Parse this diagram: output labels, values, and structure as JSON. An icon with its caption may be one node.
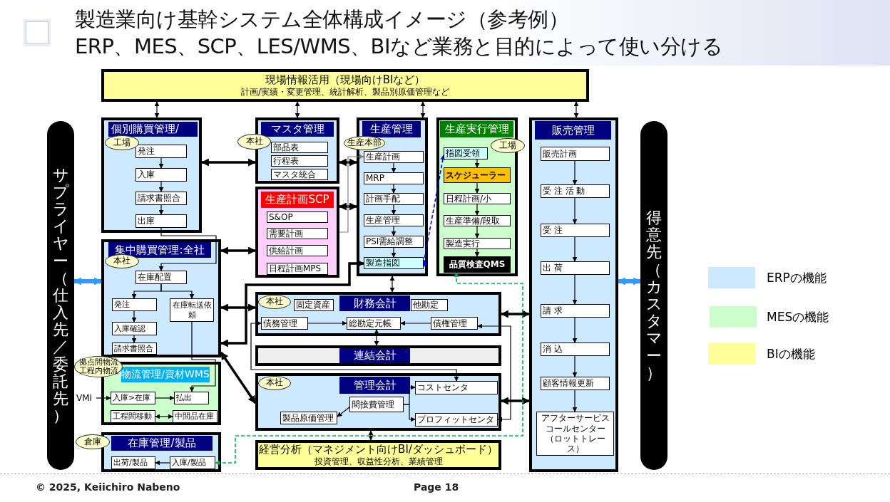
{
  "diagram": {
    "title": "製造業向け基幹システム全体構成イメージ（参考例）",
    "nodes": [
      {
        "text": [
          "現場情報活用（現場向けBIなど）",
          "計画/実績・変更管理、統計解析、製品別原価管理など"
        ]
      },
      {
        "text": [
          "サプライヤー（仕入先／委託先）"
        ]
      },
      {
        "text": [
          "個別購買管理/"
        ]
      },
      {
        "text": [
          "工場"
        ],
        "in": 2
      },
      {
        "text": [
          "発注"
        ],
        "in": 2
      },
      {
        "text": [
          "入庫"
        ],
        "in": 2
      },
      {
        "text": [
          "請求書照合"
        ],
        "in": 2
      },
      {
        "text": [
          "出庫"
        ],
        "in": 2
      },
      {
        "text": [
          "マスタ管理"
        ]
      },
      {
        "text": [
          "本社"
        ]
      },
      {
        "text": [
          "部品表"
        ],
        "in": 8
      },
      {
        "text": [
          "行程表"
        ],
        "in": 8
      },
      {
        "text": [
          "マスタ統合"
        ],
        "in": 8
      },
      {
        "text": [
          "生産計画SCP"
        ]
      },
      {
        "text": [
          "S&OP"
        ],
        "in": 13
      },
      {
        "text": [
          "需要計画"
        ],
        "in": 13
      },
      {
        "text": [
          "供給計画"
        ],
        "in": 13
      },
      {
        "text": [
          "日程計画MPS"
        ],
        "in": 13
      },
      {
        "text": [
          "生産管理"
        ]
      },
      {
        "text": [
          "生産本部"
        ]
      },
      {
        "text": [
          "生産計画"
        ],
        "in": 18
      },
      {
        "text": [
          "MRP"
        ],
        "in": 18
      },
      {
        "text": [
          "計画手配"
        ],
        "in": 18
      },
      {
        "text": [
          "生産管理"
        ],
        "in": 18
      },
      {
        "text": [
          "PSI需給調整"
        ],
        "in": 18
      },
      {
        "text": [
          "製造指図"
        ],
        "in": 18
      },
      {
        "text": [
          "生産実行管理"
        ]
      },
      {
        "text": [
          "工場"
        ]
      },
      {
        "text": [
          "指図受領"
        ],
        "in": 26
      },
      {
        "text": [
          "スケジューラー"
        ],
        "in": 26
      },
      {
        "text": [
          "日程計画/小"
        ],
        "in": 26
      },
      {
        "text": [
          "生産準備/段取"
        ],
        "in": 26
      },
      {
        "text": [
          "製造実行"
        ],
        "in": 26
      },
      {
        "text": [
          "品質検査QMS"
        ],
        "in": 26
      },
      {
        "text": [
          "販売管理"
        ]
      },
      {
        "text": [
          "販売計画"
        ],
        "in": 34
      },
      {
        "text": [
          "受 注 活 動"
        ],
        "in": 34
      },
      {
        "text": [
          "受 注"
        ],
        "in": 34
      },
      {
        "text": [
          "出 荷"
        ],
        "in": 34
      },
      {
        "text": [
          "請 求"
        ],
        "in": 34
      },
      {
        "text": [
          "消 込"
        ],
        "in": 34
      },
      {
        "text": [
          "顧客情報更新"
        ],
        "in": 34
      },
      {
        "text": [
          "アフターサービスコールセンター（ロットトレース）"
        ],
        "in": 34
      },
      {
        "text": [
          "得意先（カスタマー）"
        ]
      },
      {
        "text": [
          "集中購買管理:全社"
        ]
      },
      {
        "text": [
          "本社"
        ],
        "in": 44
      },
      {
        "text": [
          "在庫配置"
        ],
        "in": 44
      },
      {
        "text": [
          "発注"
        ],
        "in": 44
      },
      {
        "text": [
          "在庫転送依頼"
        ],
        "in": 44
      },
      {
        "text": [
          "入庫確認"
        ],
        "in": 44
      },
      {
        "text": [
          "請求書照合"
        ],
        "in": 44
      },
      {
        "text": [
          "物流管理/資材WMS"
        ]
      },
      {
        "text": [
          "拠点間物流工程内物流"
        ]
      },
      {
        "text": [
          "入庫>在庫"
        ],
        "in": 51
      },
      {
        "text": [
          "払出"
        ],
        "in": 51
      },
      {
        "text": [
          "工程間移動"
        ],
        "in": 51
      },
      {
        "text": [
          "中間品在庫"
        ],
        "in": 51
      },
      {
        "text": [
          "VMI"
        ]
      },
      {
        "text": [
          "在庫管理/製品"
        ]
      },
      {
        "text": [
          "倉庫"
        ]
      },
      {
        "text": [
          "出荷/製品"
        ],
        "in": 58
      },
      {
        "text": [
          "入庫/製品"
        ],
        "in": 58
      },
      {
        "text": [
          "財務会計"
        ]
      },
      {
        "text": [
          "本社"
        ],
        "in": 62
      },
      {
        "text": [
          "固定資産"
        ],
        "in": 62
      },
      {
        "text": [
          "他勘定"
        ],
        "in": 62
      },
      {
        "text": [
          "債務管理"
        ],
        "in": 62
      },
      {
        "text": [
          "総勘定元帳"
        ],
        "in": 62
      },
      {
        "text": [
          "債権管理"
        ],
        "in": 62
      },
      {
        "text": [
          "連結会計"
        ]
      },
      {
        "text": [
          "管理会計"
        ]
      },
      {
        "text": [
          "本社"
        ],
        "in": 70
      },
      {
        "text": [
          "間接費管理"
        ],
        "in": 70
      },
      {
        "text": [
          "製品原価管理"
        ],
        "in": 70
      },
      {
        "text": [
          "コストセンタ"
        ],
        "in": 70
      },
      {
        "text": [
          "プロフィットセンタ"
        ],
        "in": 70
      },
      {
        "text": [
          "経営分析（マネジメント向けBI/ダッシュボード）",
          "投資管理、収益性分析、業績管理"
        ]
      }
    ],
    "edges": [
      {
        "from": 0,
        "to": 2,
        "arrow": "both"
      },
      {
        "from": 0,
        "to": 8,
        "arrow": "both"
      },
      {
        "from": 0,
        "to": 18,
        "arrow": "both"
      },
      {
        "from": 0,
        "to": 34,
        "arrow": "both"
      },
      {
        "from": 2,
        "to": 8,
        "arrow": "both",
        "style": "thick"
      },
      {
        "from": 8,
        "to": 18,
        "arrow": "both",
        "style": "thick"
      },
      {
        "from": 13,
        "to": 18,
        "arrow": "both",
        "style": "thick"
      },
      {
        "from": 13,
        "to": 20,
        "arrow": "to",
        "color": "#808080"
      },
      {
        "from": 44,
        "to": 25,
        "arrow": "both",
        "style": "thick"
      },
      {
        "from": 44,
        "to": 13,
        "arrow": "both",
        "style": "thick"
      },
      {
        "from": 44,
        "to": 62,
        "arrow": "both",
        "style": "thick"
      },
      {
        "from": 44,
        "to": 70,
        "arrow": "both",
        "style": "thick"
      },
      {
        "from": 18,
        "to": 62,
        "arrow": "both"
      },
      {
        "from": 62,
        "to": 34,
        "arrow": "both",
        "style": "thick"
      },
      {
        "from": 70,
        "to": 34,
        "arrow": "both",
        "style": "thick"
      },
      {
        "from": 70,
        "to": 76,
        "arrow": "both"
      },
      {
        "from": 67,
        "to": 69,
        "arrow": "both"
      },
      {
        "from": 66,
        "to": 67,
        "arrow": "to"
      },
      {
        "from": 68,
        "to": 67,
        "arrow": "to"
      },
      {
        "from": 66,
        "to": 74,
        "arrow": "both"
      },
      {
        "from": 68,
        "to": 75,
        "arrow": "both"
      },
      {
        "from": 72,
        "to": 74,
        "arrow": "to"
      },
      {
        "from": 72,
        "to": 75,
        "arrow": "to"
      },
      {
        "from": 72,
        "to": 73,
        "arrow": "to"
      },
      {
        "from": 4,
        "to": 5,
        "arrow": "to"
      },
      {
        "from": 5,
        "to": 6,
        "arrow": "to"
      },
      {
        "from": 6,
        "to": 7,
        "arrow": "to"
      },
      {
        "from": 7,
        "to": 46,
        "arrow": "to"
      },
      {
        "from": 46,
        "to": 47,
        "arrow": "to"
      },
      {
        "from": 46,
        "to": 48,
        "arrow": "to"
      },
      {
        "from": 47,
        "to": 49,
        "arrow": "to"
      },
      {
        "from": 49,
        "to": 50,
        "arrow": "to"
      },
      {
        "from": 48,
        "to": 54,
        "arrow": "to"
      },
      {
        "from": 57,
        "to": 53,
        "arrow": "to"
      },
      {
        "from": 53,
        "to": 54,
        "arrow": "to"
      },
      {
        "from": 55,
        "to": 56,
        "arrow": "both"
      },
      {
        "from": 61,
        "to": 60,
        "arrow": "to"
      },
      {
        "from": 20,
        "to": 21,
        "arrow": "to"
      },
      {
        "from": 21,
        "to": 22,
        "arrow": "to"
      },
      {
        "from": 22,
        "to": 23,
        "arrow": "to"
      },
      {
        "from": 23,
        "to": 24,
        "arrow": "to"
      },
      {
        "from": 24,
        "to": 25,
        "arrow": "to"
      },
      {
        "from": 28,
        "to": 29,
        "arrow": "to"
      },
      {
        "from": 29,
        "to": 30,
        "arrow": "to"
      },
      {
        "from": 30,
        "to": 31,
        "arrow": "to"
      },
      {
        "from": 31,
        "to": 32,
        "arrow": "to"
      },
      {
        "from": 32,
        "to": 33,
        "arrow": "to"
      },
      {
        "from": 25,
        "to": 28,
        "arrow": "to",
        "style": "dashed",
        "color": "#0000ff"
      },
      {
        "from": 33,
        "to": 61,
        "arrow": "both",
        "style": "dashed",
        "color": "#00b050"
      },
      {
        "from": 35,
        "to": 36,
        "arrow": "to"
      },
      {
        "from": 36,
        "to": 37,
        "arrow": "to"
      },
      {
        "from": 37,
        "to": 38,
        "arrow": "to"
      },
      {
        "from": 38,
        "to": 39,
        "arrow": "to"
      },
      {
        "from": 39,
        "to": 40,
        "arrow": "to"
      },
      {
        "from": 40,
        "to": 41,
        "arrow": "to"
      },
      {
        "from": 41,
        "to": 42,
        "arrow": "to"
      },
      {
        "from": 1,
        "to": 44,
        "arrow": "both",
        "style": "thick",
        "color": "#3399ff"
      },
      {
        "from": 34,
        "to": 43,
        "arrow": "both",
        "style": "thick",
        "color": "#3399ff"
      }
    ],
    "labels": [
      "ERP、MES、SCP、LES/WMS、BIなど業務と目的によって使い分ける",
      "© 2025, Keiichiro Nabeno",
      "Page 18"
    ],
    "legend": [
      {
        "text": "ERPの機能",
        "color": "#cce9ff"
      },
      {
        "text": "MESの機能",
        "color": "#ccffcc"
      },
      {
        "text": "BIの機能",
        "color": "#ffff99"
      }
    ]
  }
}
